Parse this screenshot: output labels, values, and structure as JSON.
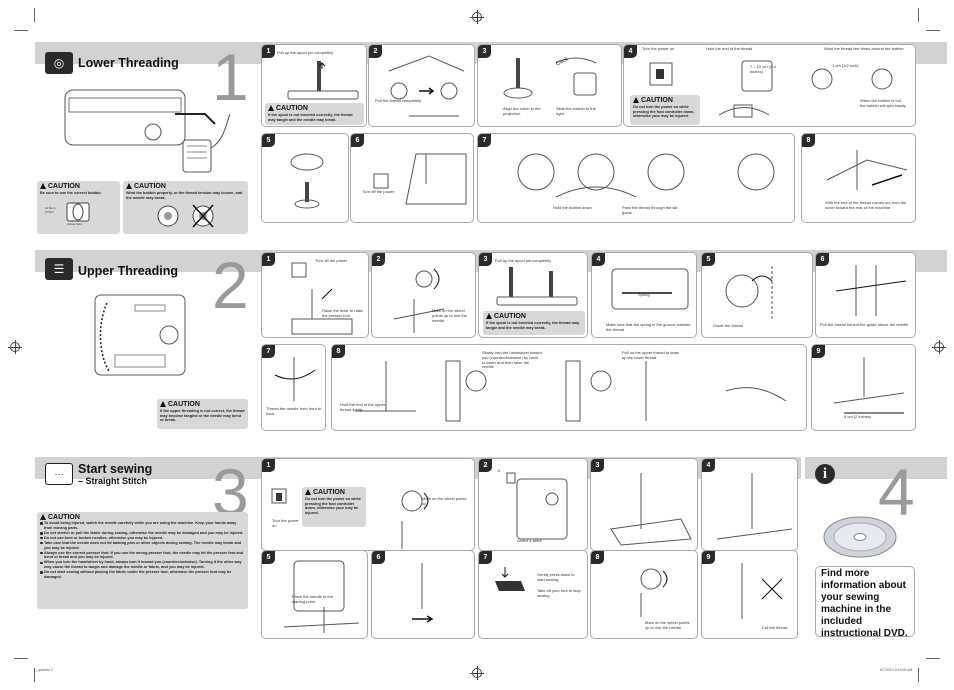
{
  "sections": {
    "lower": {
      "number": "1",
      "title": "Lower Threading"
    },
    "upper": {
      "number": "2",
      "title": "Upper Threading"
    },
    "sewing": {
      "number": "3",
      "title": "Start sewing",
      "subtitle": "– Straight Stitch"
    },
    "info": {
      "number": "4"
    }
  },
  "lower_caution_left": {
    "heading": "CAUTION",
    "body": "Be sure to use the correct bobbin.",
    "dim": "11.5mm (7/16\")",
    "actual": "Actual Size"
  },
  "lower_caution_right": {
    "heading": "CAUTION",
    "body": "Wind the bobbin properly, or the thread tension may loosen, and the needle may break."
  },
  "lower_steps": {
    "s1": {
      "num": "1",
      "text": "Pull up the spool pin completely",
      "caution_heading": "CAUTION",
      "caution_body": "If the spool is not inserted correctly, the thread may tangle and the needle may break."
    },
    "s2": {
      "num": "2",
      "text": "Pull the thread completely"
    },
    "s3": {
      "num": "3",
      "text_a": "Align the notch to the projection",
      "text_b": "Slide the bobbin to the right",
      "click": "Click"
    },
    "s4": {
      "num": "4",
      "text_a": "Turn the power on",
      "text_b": "Hold the end of the thread",
      "text_c": "Wind the thread few times around the bobbin",
      "dim1": "7 – 10 cm (3-4 inches)",
      "dim2": "1 cm (1/2 inch)",
      "text_d": "When the bobbin is full, the bobbin will spin slowly",
      "caution_heading": "CAUTION",
      "caution_body": "Do not turn the power on while pressing the foot controller down, otherwise your may be injured."
    },
    "s5": {
      "num": "5"
    },
    "s6": {
      "num": "6",
      "text": "Turn off the power"
    },
    "s7": {
      "num": "7",
      "text_a": "Hold the bobbin down",
      "text_b": "Pass the thread through the slit guide"
    },
    "s8": {
      "num": "8",
      "text": "With the end of the thread comes out from the cover toward the rear of the machine"
    }
  },
  "upper_caution": {
    "heading": "CAUTION",
    "body": "If the upper threading is not correct, the thread may become tangled or the needle may bend or break."
  },
  "upper_steps": {
    "s1": {
      "num": "1",
      "text_a": "Turn off the power",
      "text_b": "Raise the lever to raise the presser foot"
    },
    "s2": {
      "num": "2",
      "text": "Mark on the wheel points up to rise the needle"
    },
    "s3": {
      "num": "3",
      "text": "Pull up the spool pin completely",
      "caution_heading": "CAUTION",
      "caution_body": "If the spool is not inserted correctly, the thread may tangle and the needle may break."
    },
    "s4": {
      "num": "4",
      "text_a": "Spring",
      "text_b": "Make sure that the spring in the groove catches the thread"
    },
    "s5": {
      "num": "5",
      "text": "Guide the thread"
    },
    "s6": {
      "num": "6",
      "text": "Pull the thread behind the guide above the needle"
    },
    "s7": {
      "num": "7",
      "text": "Thread the needle from front to back"
    },
    "s8": {
      "num": "8",
      "text": "Hold the end of the upper thread lightly"
    },
    "s8b": {
      "text": "Slowly turn the handwheel toward you (counterclockwise) by hand to lower and then raise the needle"
    },
    "s8c": {
      "text": "Pull on the upper thread to draw up the lower thread"
    },
    "s9": {
      "num": "9",
      "text": "5 cm (2 inches)"
    }
  },
  "sewing_caution": {
    "heading": "CAUTION",
    "items": [
      "To avoid being injured, watch the needle carefully while you are using the machine. Keep your hands away from moving parts.",
      "Do not stretch or pull the fabric during sewing, otherwise the needle may be damaged and you may be injured.",
      "Do not use bent or broken needles, otherwise you may be injured.",
      "Take care that the needle does not hit basting pins or other objects during sewing. The needle may break and you may be injured.",
      "Always use the correct presser foot. If you use the wrong presser foot, the needle may hit the presser foot and bend or break and you may be injured.",
      "When you turn the handwheel by hand, always turn it toward you (counterclockwise). Turning it the other way may cause the thread to tangle and damage the needle or fabric, and you may be injured.",
      "Do not start sewing without placing the fabric under the presser foot, otherwise the presser foot may be damaged."
    ]
  },
  "sewing_steps": {
    "s1": {
      "num": "1",
      "text_a": "Turn the power on",
      "text_b": "Mark on the wheel points up",
      "caution_heading": "CAUTION",
      "caution_body": "Do not turn the power on while pressing the foot controller down, otherwise your may be injured."
    },
    "s2": {
      "num": "2",
      "text": "Select a stitch",
      "dial": "11"
    },
    "s3": {
      "num": "3"
    },
    "s4": {
      "num": "4"
    },
    "s5": {
      "num": "5",
      "text": "Place the needle to the starting point"
    },
    "s6": {
      "num": "6"
    },
    "s7": {
      "num": "7",
      "text_a": "Gently press down to start sewing",
      "text_b": "Take off your foot to stop sewing"
    },
    "s8": {
      "num": "8",
      "text": "Mark on the wheel points up to rise the needle"
    },
    "s9": {
      "num": "9",
      "text": "Cut the thread"
    }
  },
  "dvd": {
    "text": "Find more information about your sewing machine in the included instructional DVD."
  },
  "footer": {
    "left": "_quicinfo   2",
    "right": "6/7/2013   9:43:05 AM"
  }
}
